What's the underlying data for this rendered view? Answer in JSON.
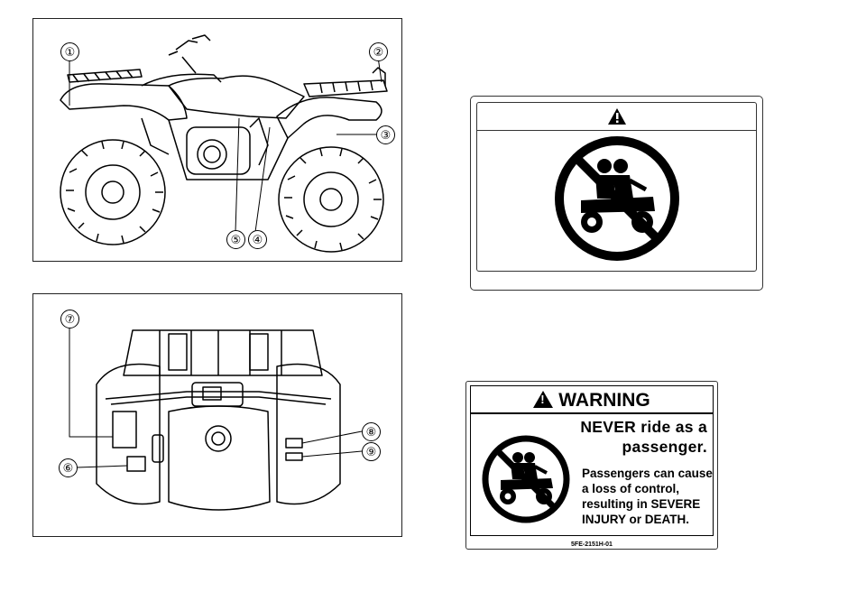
{
  "side_view": {
    "callouts": [
      "①",
      "②",
      "③",
      "④",
      "⑤"
    ]
  },
  "top_view": {
    "callouts": [
      "⑦",
      "⑥",
      "⑧",
      "⑨"
    ]
  },
  "label_pictogram": {
    "icons": [
      "warning-triangle-icon",
      "no-passenger-icon"
    ]
  },
  "label_warning": {
    "header": "WARNING",
    "line1": "NEVER ride as a",
    "line2": "passenger.",
    "body": [
      "Passengers can cause",
      "a loss of control,",
      "resulting in SEVERE",
      "INJURY or DEATH."
    ],
    "part_code": "5FE-2151H-01"
  }
}
